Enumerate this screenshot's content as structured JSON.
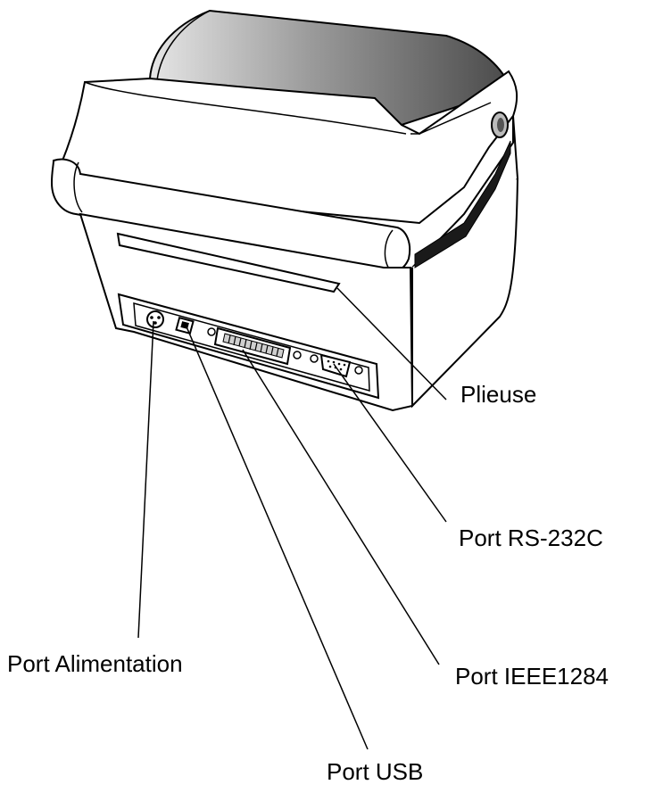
{
  "labels": {
    "plieuse": "Plieuse",
    "rs232": "Port RS-232C",
    "power": "Port Alimentation",
    "ieee": "Port IEEE1284",
    "usb": "Port USB"
  },
  "colors": {
    "line": "#000000",
    "body": "#ffffff",
    "cover_dark": "#5a5a5a",
    "cover_light": "#d8d8d8",
    "panel_shadow": "#1a1a1a"
  }
}
